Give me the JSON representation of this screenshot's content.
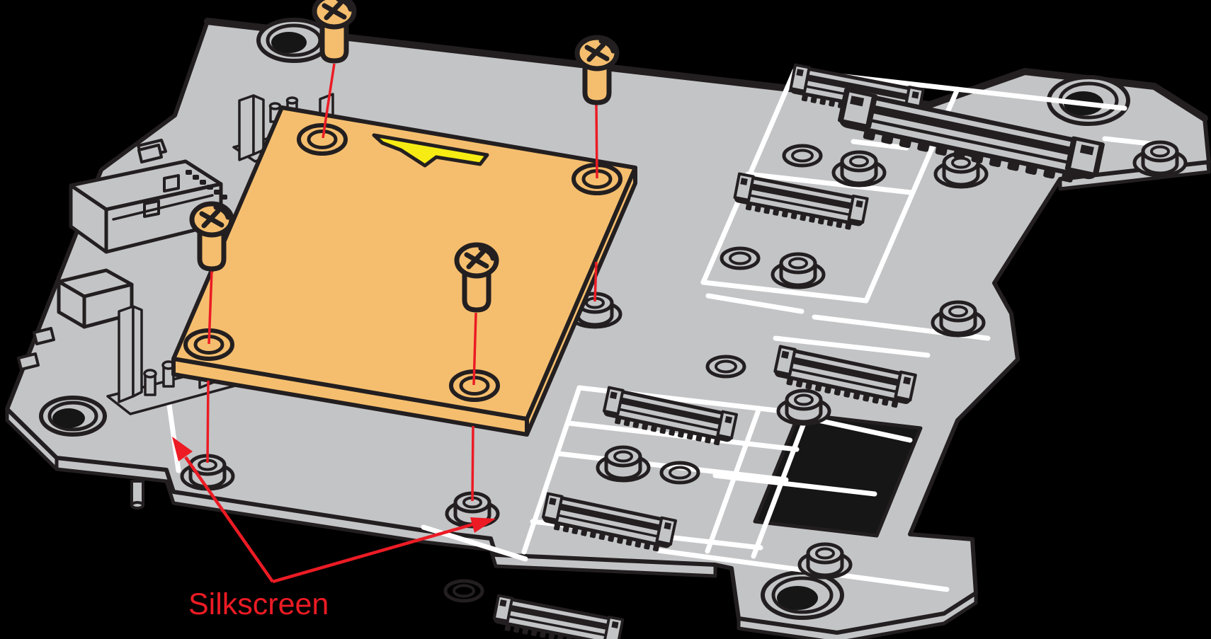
{
  "illustration": {
    "title": "Module mounting illustration",
    "description": "Isometric technical line-art showing an orange module board fastened to a gray carrier board with four screws; red leader lines show screw-to-standoff alignment and red arrows call out the white silkscreen outlines.",
    "annotation": {
      "label": "Silkscreen"
    },
    "colors": {
      "background": "#000000",
      "outline": "#231F20",
      "board_gray": "#C3C4C6",
      "module_orange": "#F5BE6E",
      "screw_tan": "#F5BE6E",
      "notch_yellow": "#F6EC13",
      "silkscreen_white": "#FFFFFF",
      "annotation_red": "#EC1B24"
    },
    "parts": {
      "carrier_board": "gray carrier board",
      "module_board": "orange module board",
      "screw_count": 4,
      "mounting_hole_count": 4,
      "board_connector_count": 7,
      "standoff_count": 11,
      "edge_connector": "side-mounted receptacle on left board edge",
      "orientation_mark": "yellow chevron band on module top edge"
    }
  }
}
